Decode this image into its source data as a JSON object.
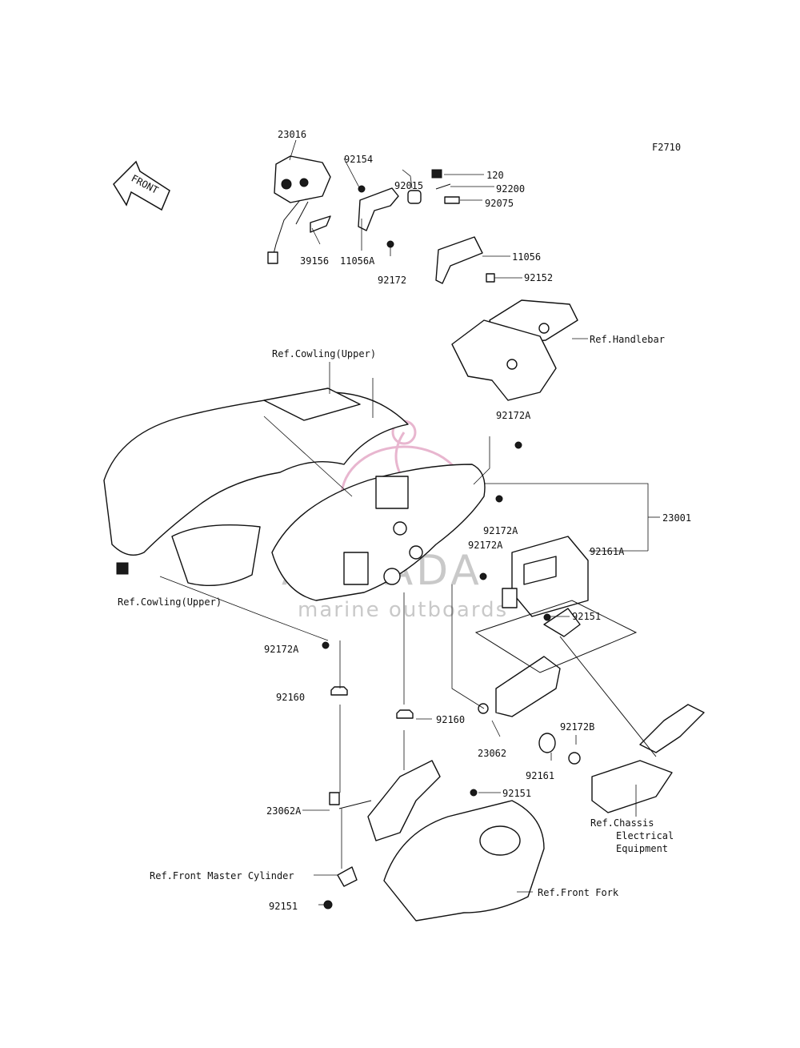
{
  "figure_code": "F2710",
  "front_arrow": "FRONT",
  "watermark": {
    "brand": "ARMADA",
    "subtitle": "marine outboards",
    "logo_color": "#e8b6cf"
  },
  "labels": {
    "p23016": "23016",
    "p92154": "92154",
    "p92015": "92015",
    "p120": "120",
    "p92200": "92200",
    "p92075": "92075",
    "p39156": "39156",
    "p11056A": "11056A",
    "p92172_top": "92172",
    "p11056": "11056",
    "p92152": "92152",
    "ref_handlebar": "Ref.Handlebar",
    "ref_cowling_upper_top": "Ref.Cowling(Upper)",
    "p92172A_1": "92172A",
    "p92172A_2": "92172A",
    "p92172A_3": "92172A",
    "p23001": "23001",
    "p92161A": "92161A",
    "ref_cowling_upper_left": "Ref.Cowling(Upper)",
    "p92151_1": "92151",
    "p92172A_4": "92172A",
    "p92160_1": "92160",
    "p92160_2": "92160",
    "p23062": "23062",
    "p92172B": "92172B",
    "p92161": "92161",
    "p92151_2": "92151",
    "p23062A": "23062A",
    "ref_chassis_1": "Ref.Chassis",
    "ref_chassis_2": "Electrical",
    "ref_chassis_3": "Equipment",
    "ref_front_master": "Ref.Front Master Cylinder",
    "ref_front_fork": "Ref.Front Fork",
    "p92151_3": "92151"
  }
}
